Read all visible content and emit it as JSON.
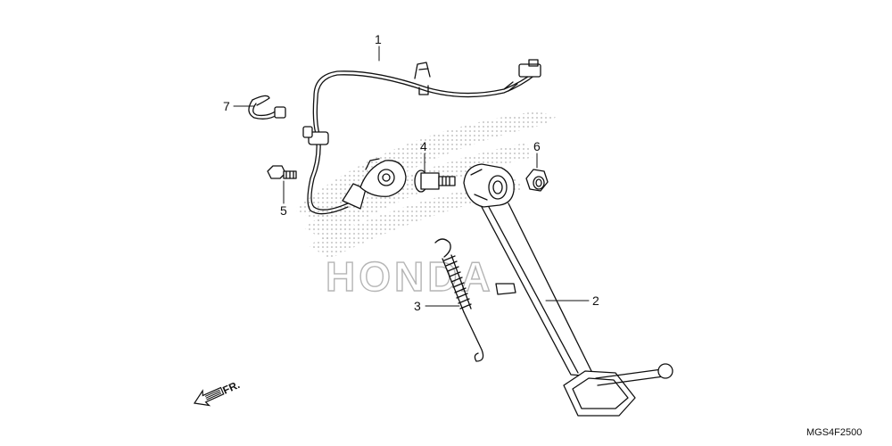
{
  "diagram": {
    "callouts": [
      {
        "id": "1",
        "label": "1"
      },
      {
        "id": "2",
        "label": "2"
      },
      {
        "id": "3",
        "label": "3"
      },
      {
        "id": "4",
        "label": "4"
      },
      {
        "id": "5",
        "label": "5"
      },
      {
        "id": "6",
        "label": "6"
      },
      {
        "id": "7",
        "label": "7"
      }
    ],
    "direction_label": "FR.",
    "diagram_code": "MGS4F2500",
    "watermark_text": "HONDA",
    "colors": {
      "line": "#111111",
      "watermark": "#b5b5b5"
    },
    "icons": {
      "direction": "front-direction-arrow-icon",
      "watermark": "honda-wing-logo"
    }
  }
}
